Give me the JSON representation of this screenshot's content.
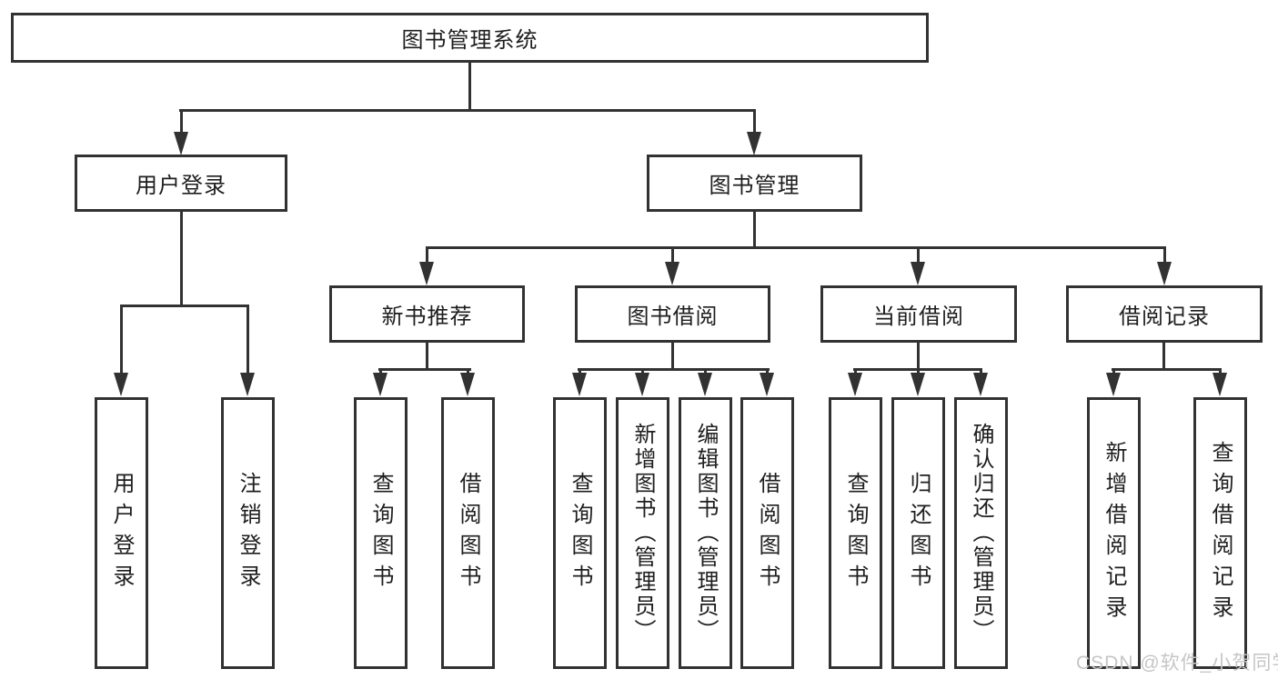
{
  "nodes": {
    "root": {
      "label": "图书管理系统"
    },
    "user_login": {
      "label": "用户登录"
    },
    "book_mgmt": {
      "label": "图书管理"
    },
    "new_book": {
      "label": "新书推荐"
    },
    "book_borrow": {
      "label": "图书借阅"
    },
    "current_borrow": {
      "label": "当前借阅"
    },
    "borrow_record": {
      "label": "借阅记录"
    },
    "leaves": {
      "user_login_1": {
        "label": "用户登录"
      },
      "user_login_2": {
        "label": "注销登录"
      },
      "new_book_1": {
        "label": "查询图书"
      },
      "new_book_2": {
        "label": "借阅图书"
      },
      "book_borrow_1": {
        "label": "查询图书"
      },
      "book_borrow_2": {
        "label": "新增图书（管理员）"
      },
      "book_borrow_3": {
        "label": "编辑图书（管理员）"
      },
      "book_borrow_4": {
        "label": "借阅图书"
      },
      "current_borrow_1": {
        "label": "查询图书"
      },
      "current_borrow_2": {
        "label": "归还图书"
      },
      "current_borrow_3": {
        "label": "确认归还（管理员）"
      },
      "borrow_record_1": {
        "label": "新增借阅记录"
      },
      "borrow_record_2": {
        "label": "查询借阅记录"
      }
    }
  },
  "watermark": {
    "text": "CSDN @软件_小贺同学"
  },
  "colors": {
    "line": "#323232",
    "text": "#1e1e1e",
    "watermark": "#c6c6c6",
    "background": "#ffffff"
  }
}
